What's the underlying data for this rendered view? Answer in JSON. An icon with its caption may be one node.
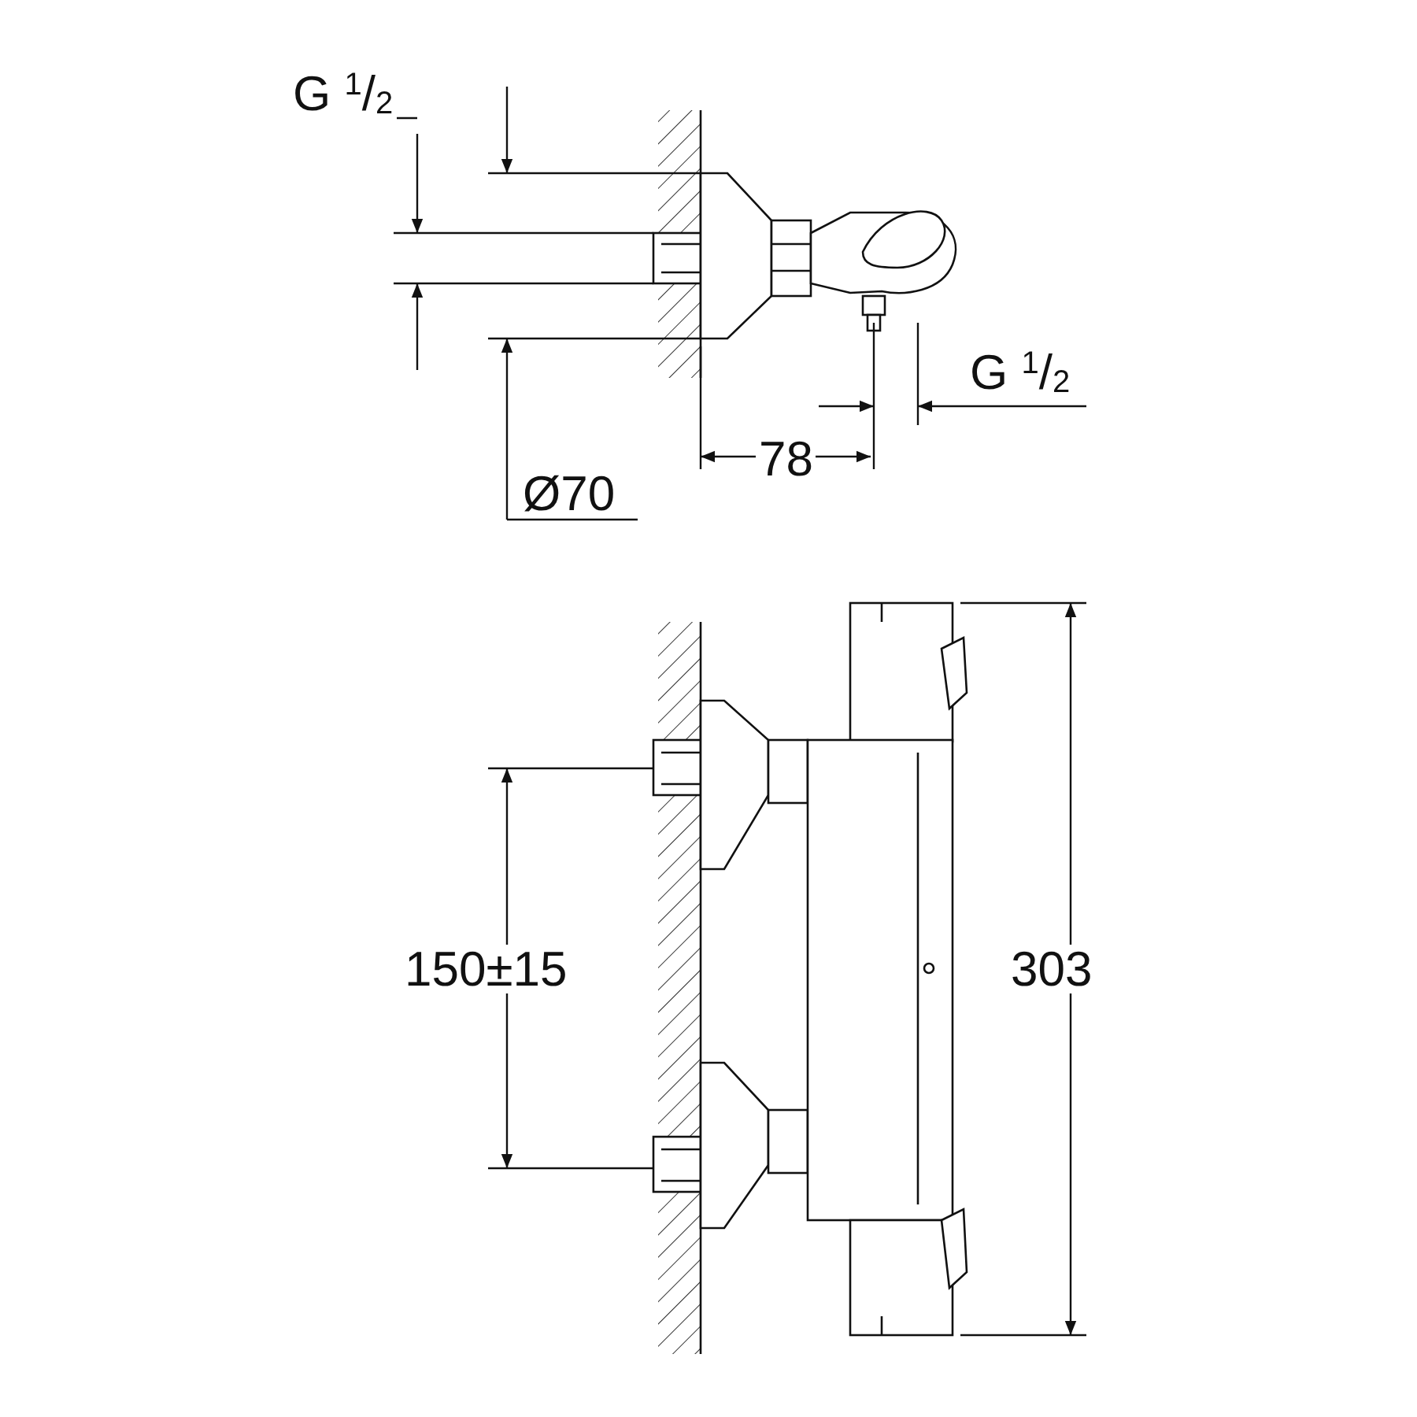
{
  "diagram": {
    "labels": [
      "G $^{1}$/$_{2}$",
      "G $^{1}$/$_{2}$",
      "78",
      "Ø70",
      "150±15",
      "303"
    ]
  }
}
